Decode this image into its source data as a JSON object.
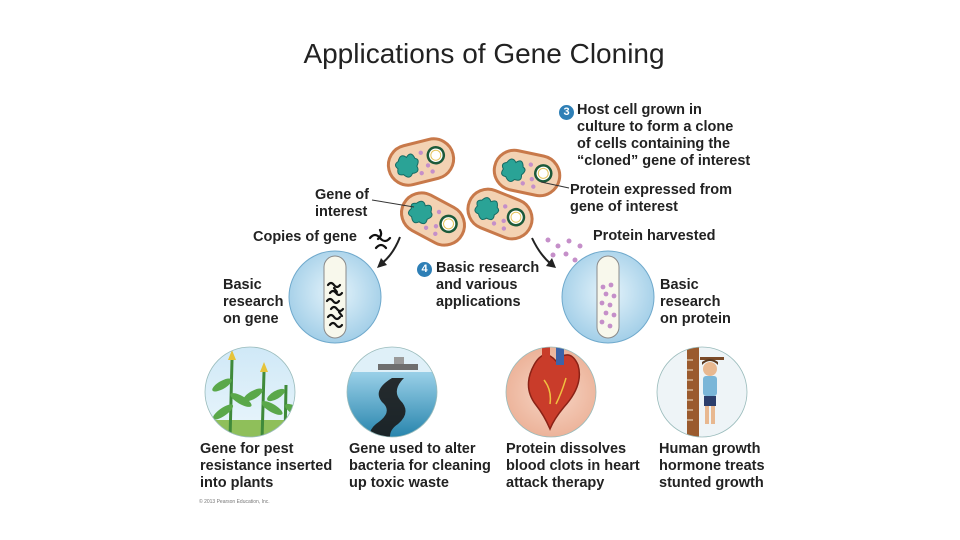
{
  "title": "Applications of Gene Cloning",
  "step3": {
    "number": "3",
    "text": "Host cell grown in\nculture to form a clone\nof cells containing the\n“cloned” gene of interest"
  },
  "labels": {
    "gene_of_interest": "Gene of\ninterest",
    "protein_expressed": "Protein expressed from\ngene of interest",
    "copies_of_gene": "Copies of gene",
    "protein_harvested": "Protein harvested",
    "basic_research_gene": "Basic\nresearch\non gene",
    "basic_research_protein": "Basic\nresearch\non protein"
  },
  "step4": {
    "number": "4",
    "text": "Basic research\nand various\napplications"
  },
  "applications": [
    {
      "caption": "Gene for pest\nresistance inserted\ninto plants",
      "icon": "corn-plant-icon"
    },
    {
      "caption": "Gene used to alter\nbacteria for cleaning\nup toxic waste",
      "icon": "oil-spill-ship-icon"
    },
    {
      "caption": "Protein dissolves\nblood clots in heart\nattack therapy",
      "icon": "heart-icon"
    },
    {
      "caption": "Human growth\nhormone treats\nstunted growth",
      "icon": "child-height-chart-icon"
    }
  ],
  "copyright": "© 2013 Pearson Education, Inc.",
  "colors": {
    "bacteria_fill": "#f3d2b3",
    "bacteria_edge": "#c8794a",
    "dna": "#1f8f86",
    "protein": "#c58fc9",
    "circle_bg": "#c6e3f3",
    "step_badge": "#2e7fb6"
  }
}
